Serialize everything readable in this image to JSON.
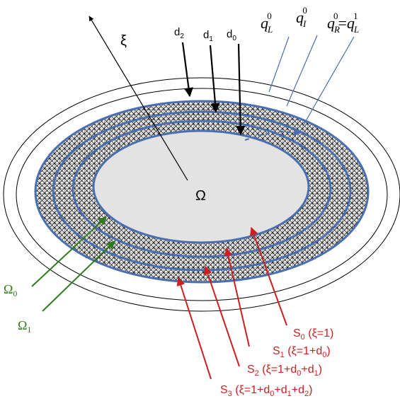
{
  "colors": {
    "ring_blue": "#4a6fb0",
    "outer_line": "#000000",
    "hatch": "#1a1a1a",
    "core_fill": "#e3e3e3",
    "green": "#2e7d1b",
    "red": "#cc1f1f",
    "thin_blue": "#4a6fb0"
  },
  "labels": {
    "xi": "ξ",
    "omega": "Ω",
    "d2": "d",
    "d2_sub": "2",
    "d1": "d",
    "d1_sub": "1",
    "d0": "d",
    "d0_sub": "0",
    "qL": "q",
    "qL_sub": "L",
    "qL_sup": "0",
    "qI": "q",
    "qI_sub": "I",
    "qI_sup": "0",
    "qR": "q",
    "qR_sub": "R",
    "qR_sup": "0",
    "qR_eq": "=",
    "qR2": "q",
    "qR2_sub": "L",
    "qR2_sup": "1",
    "omega0": "Ω",
    "omega0_sub": "0",
    "omega1": "Ω",
    "omega1_sub": "1",
    "s0": "S",
    "s0_sub": "0",
    "s0_def": " (ξ=1)",
    "s1": "S",
    "s1_sub": "1",
    "s1_def_a": " (ξ=1+d",
    "s1_def_sub0": "0",
    "s1_def_b": ")",
    "s2": "S",
    "s2_sub": "2",
    "s2_def_a": " (ξ=1+d",
    "s2_def_sub0": "0",
    "s2_def_b": "+d",
    "s2_def_sub1": "1",
    "s2_def_c": ")",
    "s3": "S",
    "s3_sub": "3",
    "s3_def_a": " (ξ=1+d",
    "s3_def_sub0": "0",
    "s3_def_b": "+d",
    "s3_def_sub1": "1",
    "s3_def_c": "+d",
    "s3_def_sub2": "2",
    "s3_def_d": ")"
  }
}
